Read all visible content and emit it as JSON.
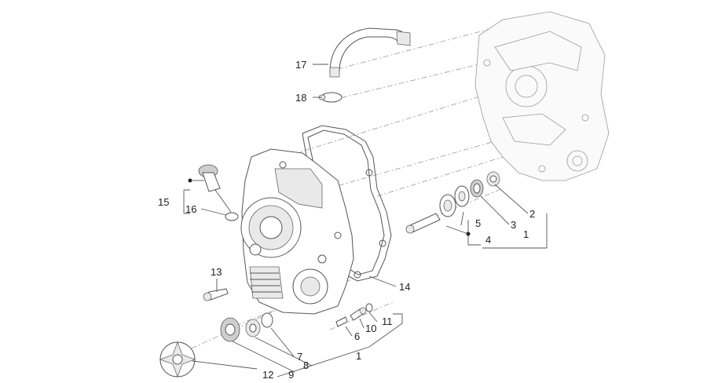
{
  "callouts": {
    "c1a": "1",
    "c1b": "1",
    "c2": "2",
    "c3": "3",
    "c4": "4",
    "c5": "5",
    "c6": "6",
    "c7": "7",
    "c8": "8",
    "c9": "9",
    "c10": "10",
    "c11": "11",
    "c12": "12",
    "c13": "13",
    "c14": "14",
    "c15": "15",
    "c16": "16",
    "c17": "17",
    "c18": "18"
  }
}
